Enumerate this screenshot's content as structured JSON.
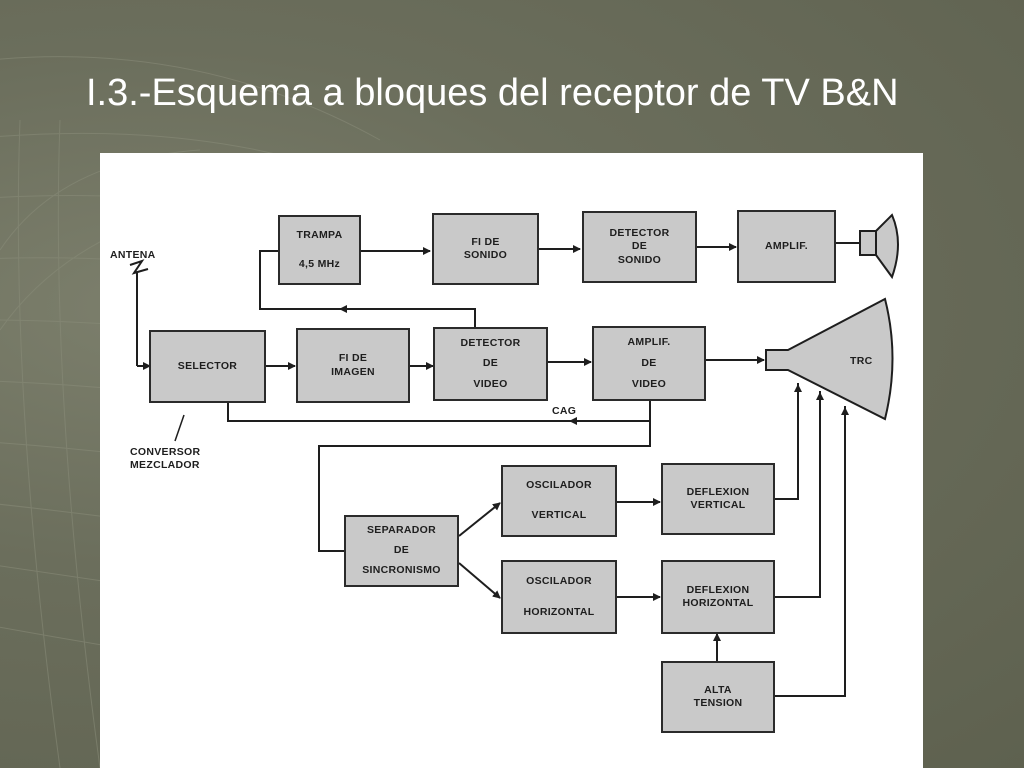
{
  "slide": {
    "title": "I.3.-Esquema a bloques del receptor de TV B&N"
  },
  "diagram": {
    "blocks": {
      "trampa": [
        "TRAMPA",
        "4,5 MHz"
      ],
      "fi_sonido": [
        "FI DE",
        "SONIDO"
      ],
      "detector_sonido": [
        "DETECTOR",
        "DE",
        "SONIDO"
      ],
      "amplif_audio": [
        "AMPLIF."
      ],
      "selector": [
        "SELECTOR"
      ],
      "fi_imagen": [
        "FI DE",
        "IMAGEN"
      ],
      "detector_video": [
        "DETECTOR",
        "DE",
        "VIDEO"
      ],
      "amplif_video": [
        "AMPLIF.",
        "DE",
        "VIDEO"
      ],
      "separador": [
        "SEPARADOR",
        "DE",
        "SINCRONISMO"
      ],
      "osc_vertical": [
        "OSCILADOR",
        "VERTICAL"
      ],
      "osc_horizontal": [
        "OSCILADOR",
        "HORIZONTAL"
      ],
      "deflexion_vertical": [
        "DEFLEXION",
        "VERTICAL"
      ],
      "deflexion_horizontal": [
        "DEFLEXION",
        "HORIZONTAL"
      ],
      "alta_tension": [
        "ALTA",
        "TENSION"
      ]
    },
    "labels": {
      "antena": "ANTENA",
      "cag": "CAG",
      "trc": "TRC",
      "conversor": [
        "CONVERSOR",
        "MEZCLADOR"
      ]
    }
  }
}
